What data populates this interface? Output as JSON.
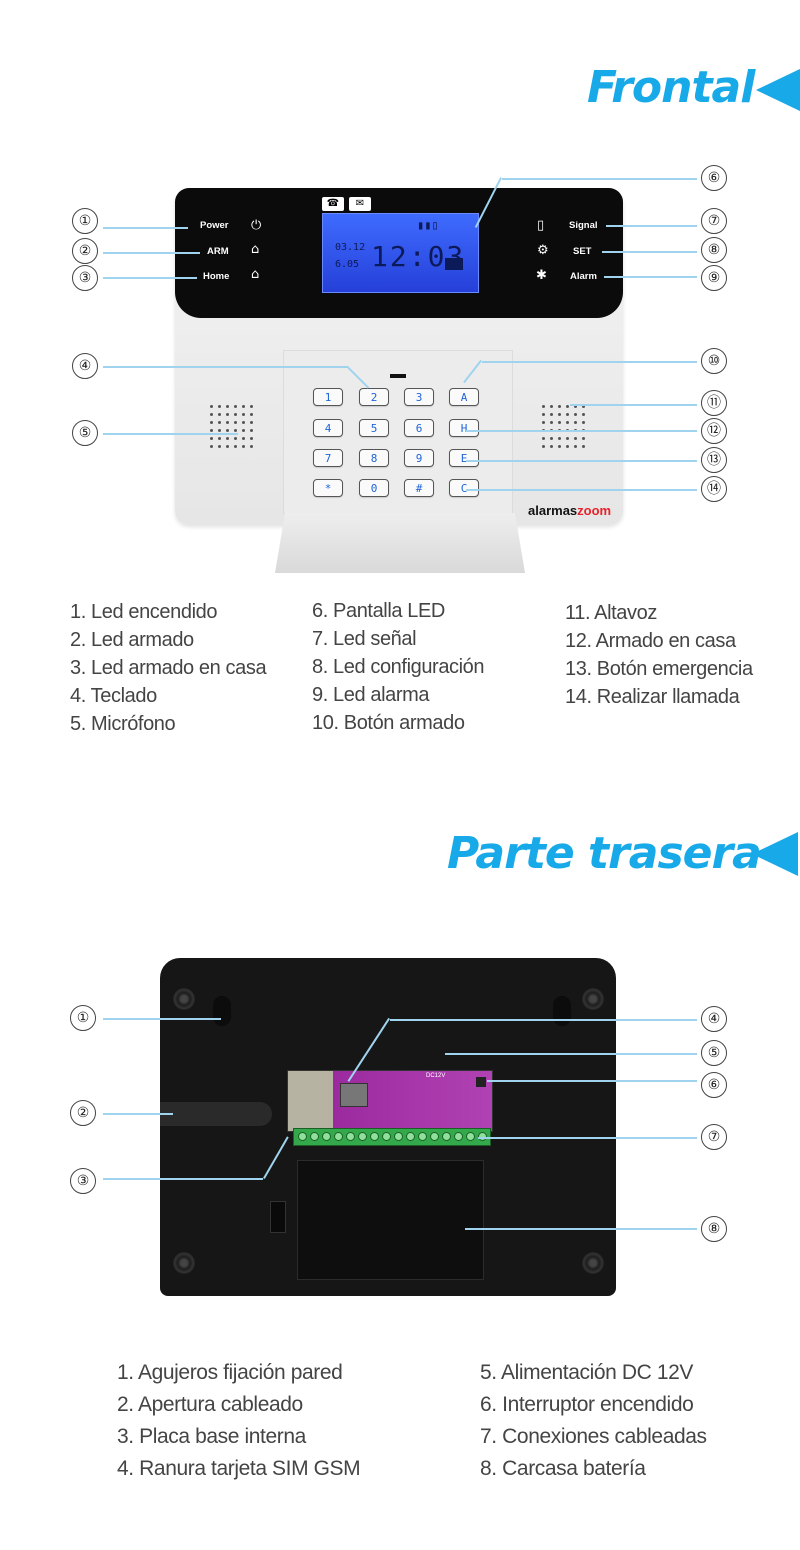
{
  "frontal": {
    "title": "Frontal",
    "device": {
      "left_labels": [
        "Power",
        "ARM",
        "Home"
      ],
      "right_labels": [
        "Signal",
        "SET",
        "Alarm"
      ],
      "lcd_date_top": "03.12",
      "lcd_date_bottom": "6.05",
      "lcd_time": "12:03",
      "keys": [
        "1",
        "2",
        "3",
        "A",
        "4",
        "5",
        "6",
        "H",
        "7",
        "8",
        "9",
        "E",
        "*",
        "0",
        "#",
        "C"
      ],
      "brand_prefix": "alarmas",
      "brand_suffix": "zoom"
    },
    "callouts": [
      "①",
      "②",
      "③",
      "④",
      "⑤",
      "⑥",
      "⑦",
      "⑧",
      "⑨",
      "⑩",
      "⑪",
      "⑫",
      "⑬",
      "⑭"
    ],
    "legend": [
      "1. Led encendido",
      "2. Led armado",
      "3. Led armado en casa",
      "4. Teclado",
      "5. Micrófono",
      "6. Pantalla LED",
      "7. Led señal",
      "8. Led configuración",
      "9. Led alarma",
      "10. Botón armado",
      "11. Altavoz",
      "12. Armado en casa",
      "13. Botón emergencia",
      "14. Realizar llamada"
    ]
  },
  "trasera": {
    "title": "Parte trasera",
    "device": {
      "power_label": "DC12V"
    },
    "callouts": [
      "①",
      "②",
      "③",
      "④",
      "⑤",
      "⑥",
      "⑦",
      "⑧"
    ],
    "legend": [
      "1. Agujeros fijación pared",
      "2. Apertura cableado",
      "3. Placa base interna",
      "4. Ranura tarjeta SIM GSM",
      "5. Alimentación DC 12V",
      "6. Interruptor encendido",
      "7. Conexiones cableadas",
      "8. Carcasa batería"
    ]
  },
  "colors": {
    "accent": "#17a9e8",
    "leader": "#9fd3ee",
    "lcd": "#3355ee",
    "key_text": "#1e64d8",
    "brand_red": "#e8212a"
  }
}
